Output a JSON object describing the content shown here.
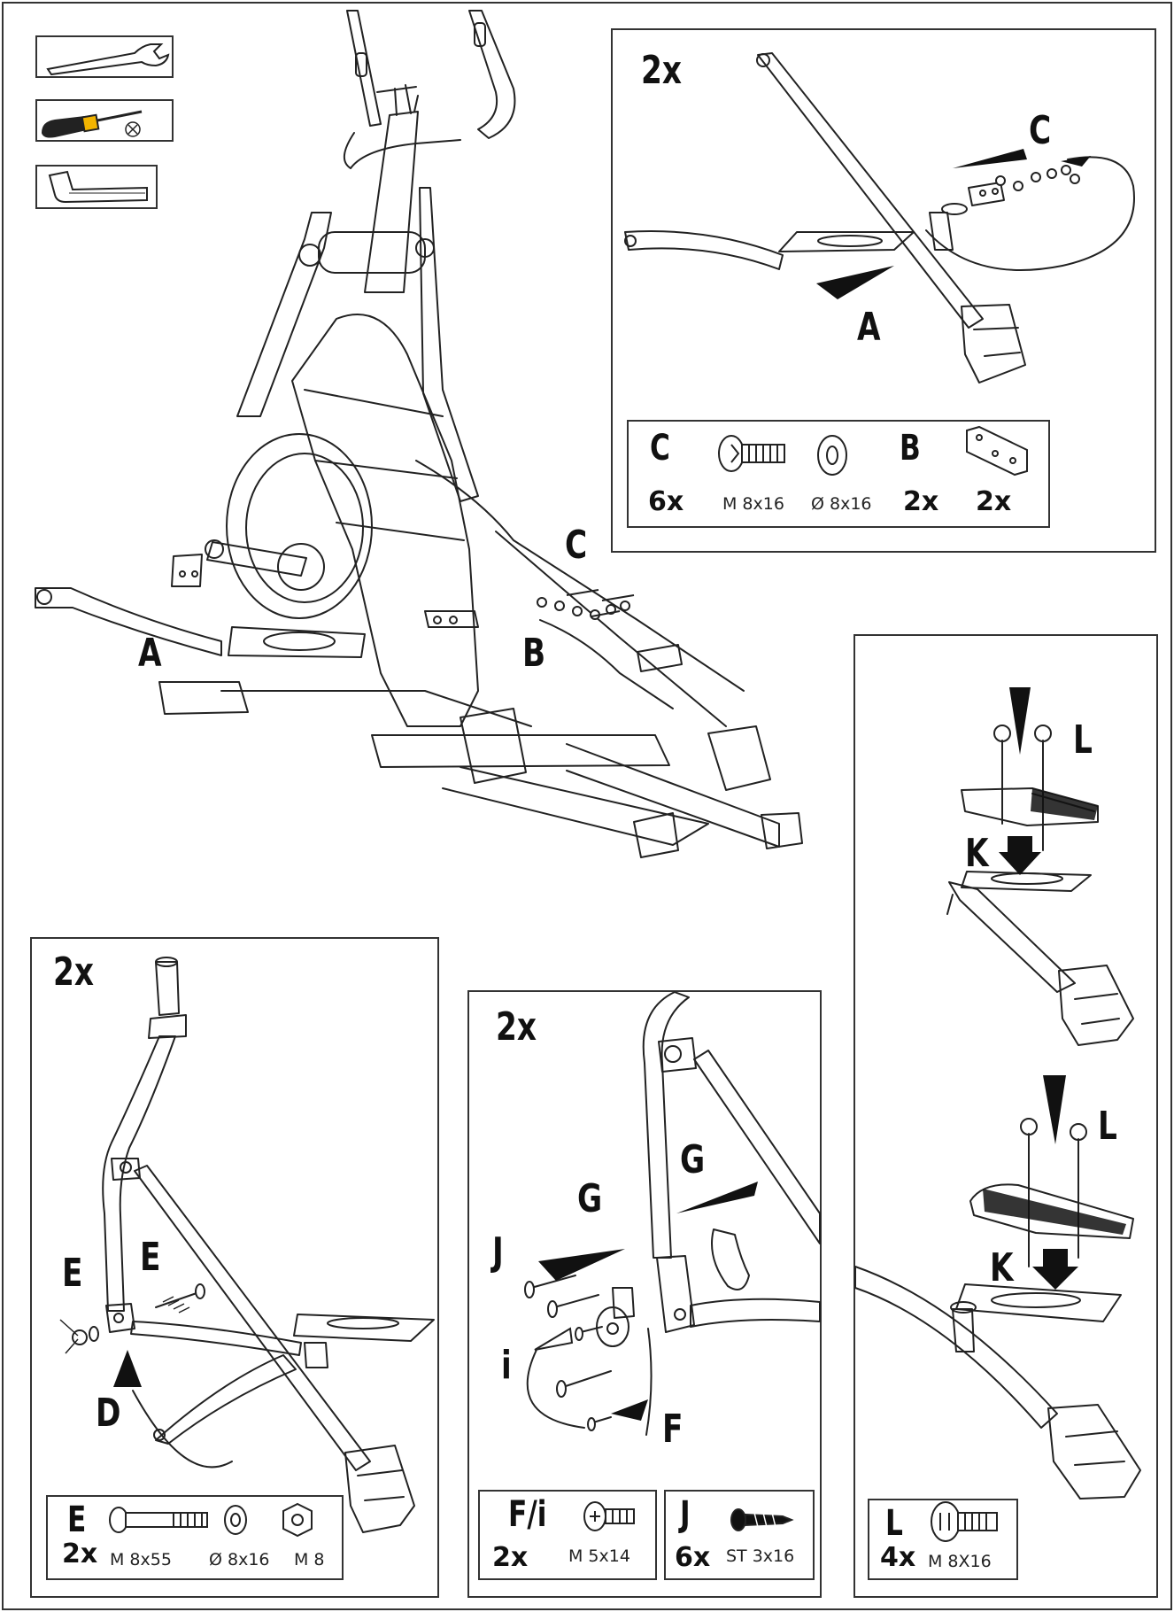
{
  "tools": [
    "wrench-icon",
    "screwdriver-icon",
    "hex-key-icon"
  ],
  "main_view": {
    "labels": {
      "a": "A",
      "b": "B",
      "c": "C"
    }
  },
  "panel_top_right": {
    "qty": "2x",
    "labels": {
      "c": "C",
      "a": "A"
    },
    "parts": [
      {
        "letter": "C",
        "qty": "6x",
        "bolt_spec": "M 8x16",
        "washer_spec": "Ø 8x16"
      },
      {
        "letter": "B",
        "qty_left": "2x",
        "qty_right": "2x"
      }
    ]
  },
  "panel_right": {
    "labels": {
      "l_top": "L",
      "k_top": "K",
      "l_bottom": "L",
      "k_bottom": "K"
    },
    "parts": {
      "letter": "L",
      "qty": "4x",
      "spec": "M 8X16"
    }
  },
  "panel_bottom_left": {
    "qty": "2x",
    "labels": {
      "e_left": "E",
      "e_right": "E",
      "d": "D"
    },
    "parts": {
      "letter": "E",
      "qty": "2x",
      "bolt_spec": "M 8x55",
      "washer_spec": "Ø 8x16",
      "nut_spec": "M 8"
    }
  },
  "panel_bottom_mid": {
    "qty": "2x",
    "labels": {
      "g_left": "G",
      "g_right": "G",
      "j": "J",
      "i": "i",
      "f": "F"
    },
    "parts": [
      {
        "letter": "F/i",
        "qty": "2x",
        "spec": "M 5x14"
      },
      {
        "letter": "J",
        "qty": "6x",
        "spec": "ST 3x16"
      }
    ]
  }
}
